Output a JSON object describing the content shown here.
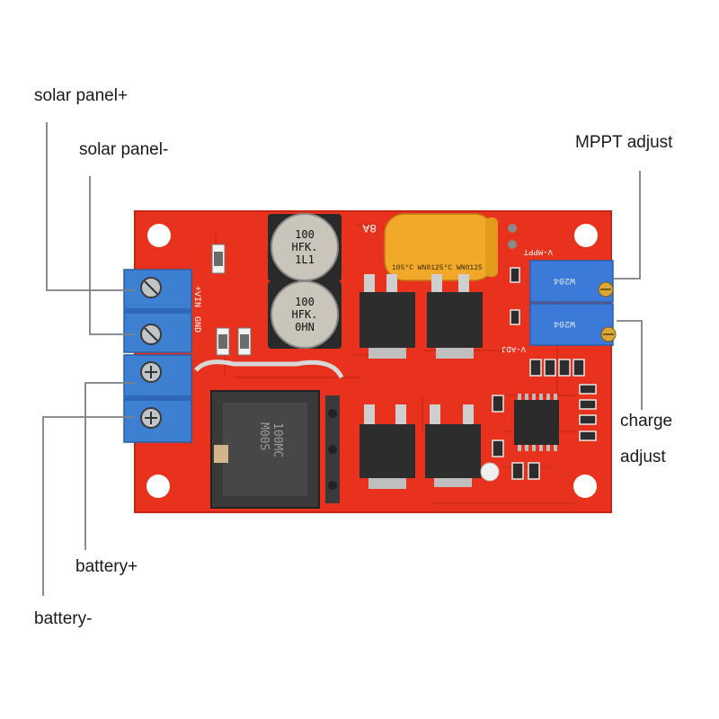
{
  "callouts": {
    "solar_positive": "solar panel+",
    "solar_negative": "solar panel-",
    "battery_positive": "battery+",
    "battery_negative": "battery-",
    "mppt_adjust": "MPPT adjust",
    "charge_adjust_line1": "charge",
    "charge_adjust_line2": "adjust"
  },
  "board": {
    "silkscreen_current": "8A",
    "silkscreen_vin": "+VIN",
    "silkscreen_gnd": "GND",
    "silkscreen_vmppt": "V-MPPT",
    "silkscreen_vadj": "V-ADJ",
    "cap1_lines": [
      "100",
      "HFK.",
      "1L1"
    ],
    "cap2_lines": [
      "100",
      "HFK.",
      "0HN"
    ],
    "electrolytic_text": "105°C  WN0125°C  WN0125",
    "inductor_lines": [
      "100MC",
      "M00S"
    ],
    "pot1_text": "W204",
    "pot2_text": "W204"
  },
  "colors": {
    "pcb": "#e8321e",
    "pcb_dark": "#c72614",
    "terminal_blue": "#3d7fd0",
    "pot_blue": "#3b7ad8",
    "electrolytic": "#f2a92a",
    "leader_line": "#7a8088"
  }
}
